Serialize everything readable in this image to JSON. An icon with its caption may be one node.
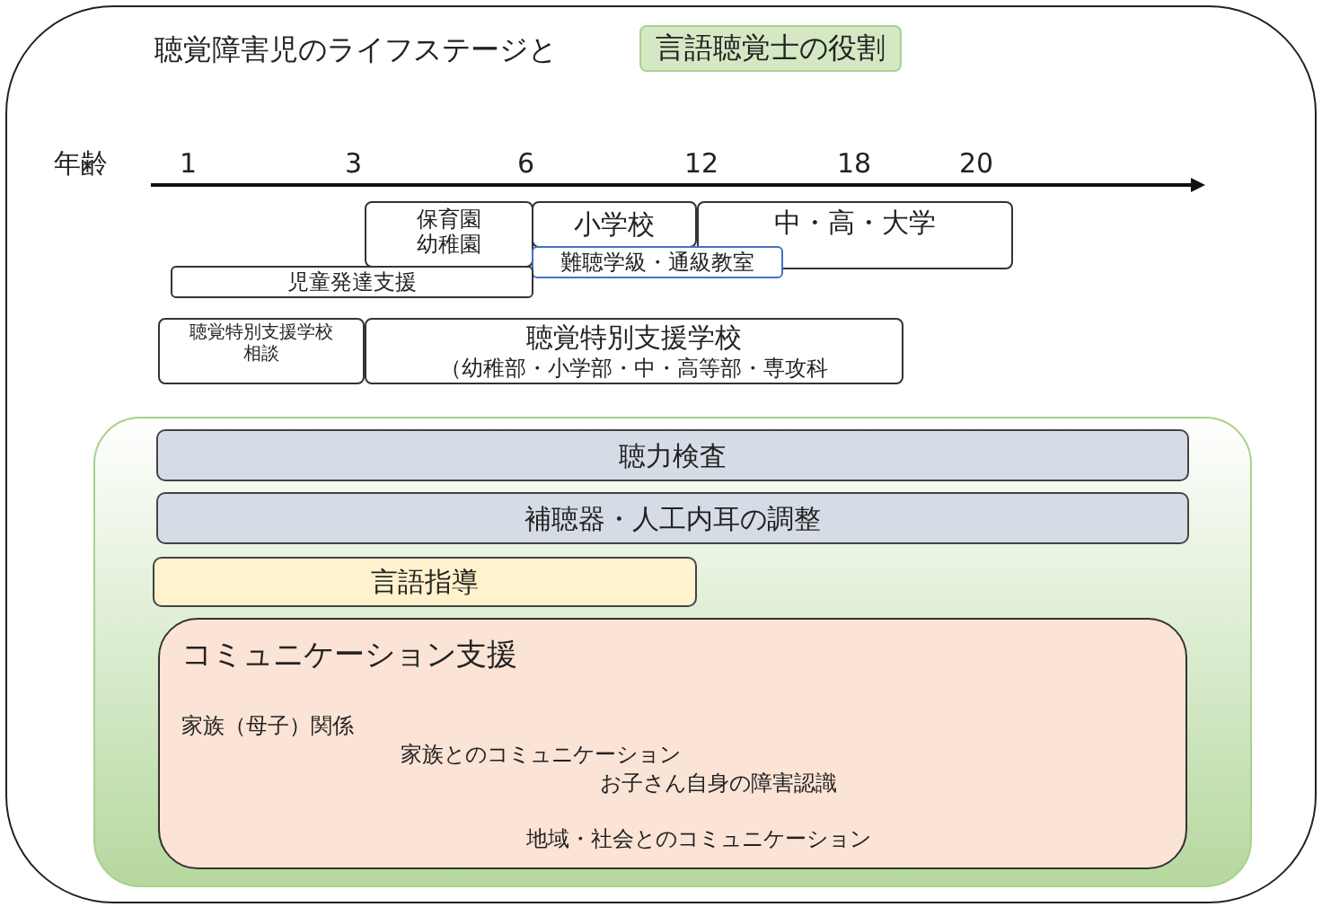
{
  "diagram": {
    "title": "聴覚障害児のライフステージと",
    "nodes": [
      {
        "text": [],
        "shape": "box"
      },
      {
        "text": [
          "言語聴覚士の役割"
        ],
        "in": 0
      },
      {
        "text": [
          "保育園幼稚園"
        ],
        "in": 0
      },
      {
        "text": [
          "小学校"
        ],
        "in": 0
      },
      {
        "text": [
          "中・高・大学"
        ],
        "in": 0
      },
      {
        "text": [
          "難聴学級・通級教室"
        ],
        "in": 0
      },
      {
        "text": [
          "児童発達支援"
        ],
        "in": 0
      },
      {
        "text": [
          "聴覚特別支援学校相談"
        ],
        "in": 0
      },
      {
        "text": [
          "聴覚特別支援学校",
          "（幼稚部・小学部・中・高等部・専攻科"
        ],
        "in": 0
      },
      {
        "text": [],
        "shape": "box",
        "in": 0
      },
      {
        "text": [
          "聴力検査"
        ],
        "in": 9
      },
      {
        "text": [
          "補聴器・人工内耳の調整"
        ],
        "in": 9
      },
      {
        "text": [
          "言語指導"
        ],
        "in": 9
      },
      {
        "text": [
          "コミュニケーション支援",
          "家族（母子）関係",
          "家族とのコミュニケーション",
          "お子さん自身の障害認識",
          "地域・社会とのコミュニケーション"
        ],
        "in": 9
      }
    ],
    "labels": [
      "年齢",
      "1",
      "3",
      "6",
      "12",
      "18",
      "20"
    ]
  }
}
